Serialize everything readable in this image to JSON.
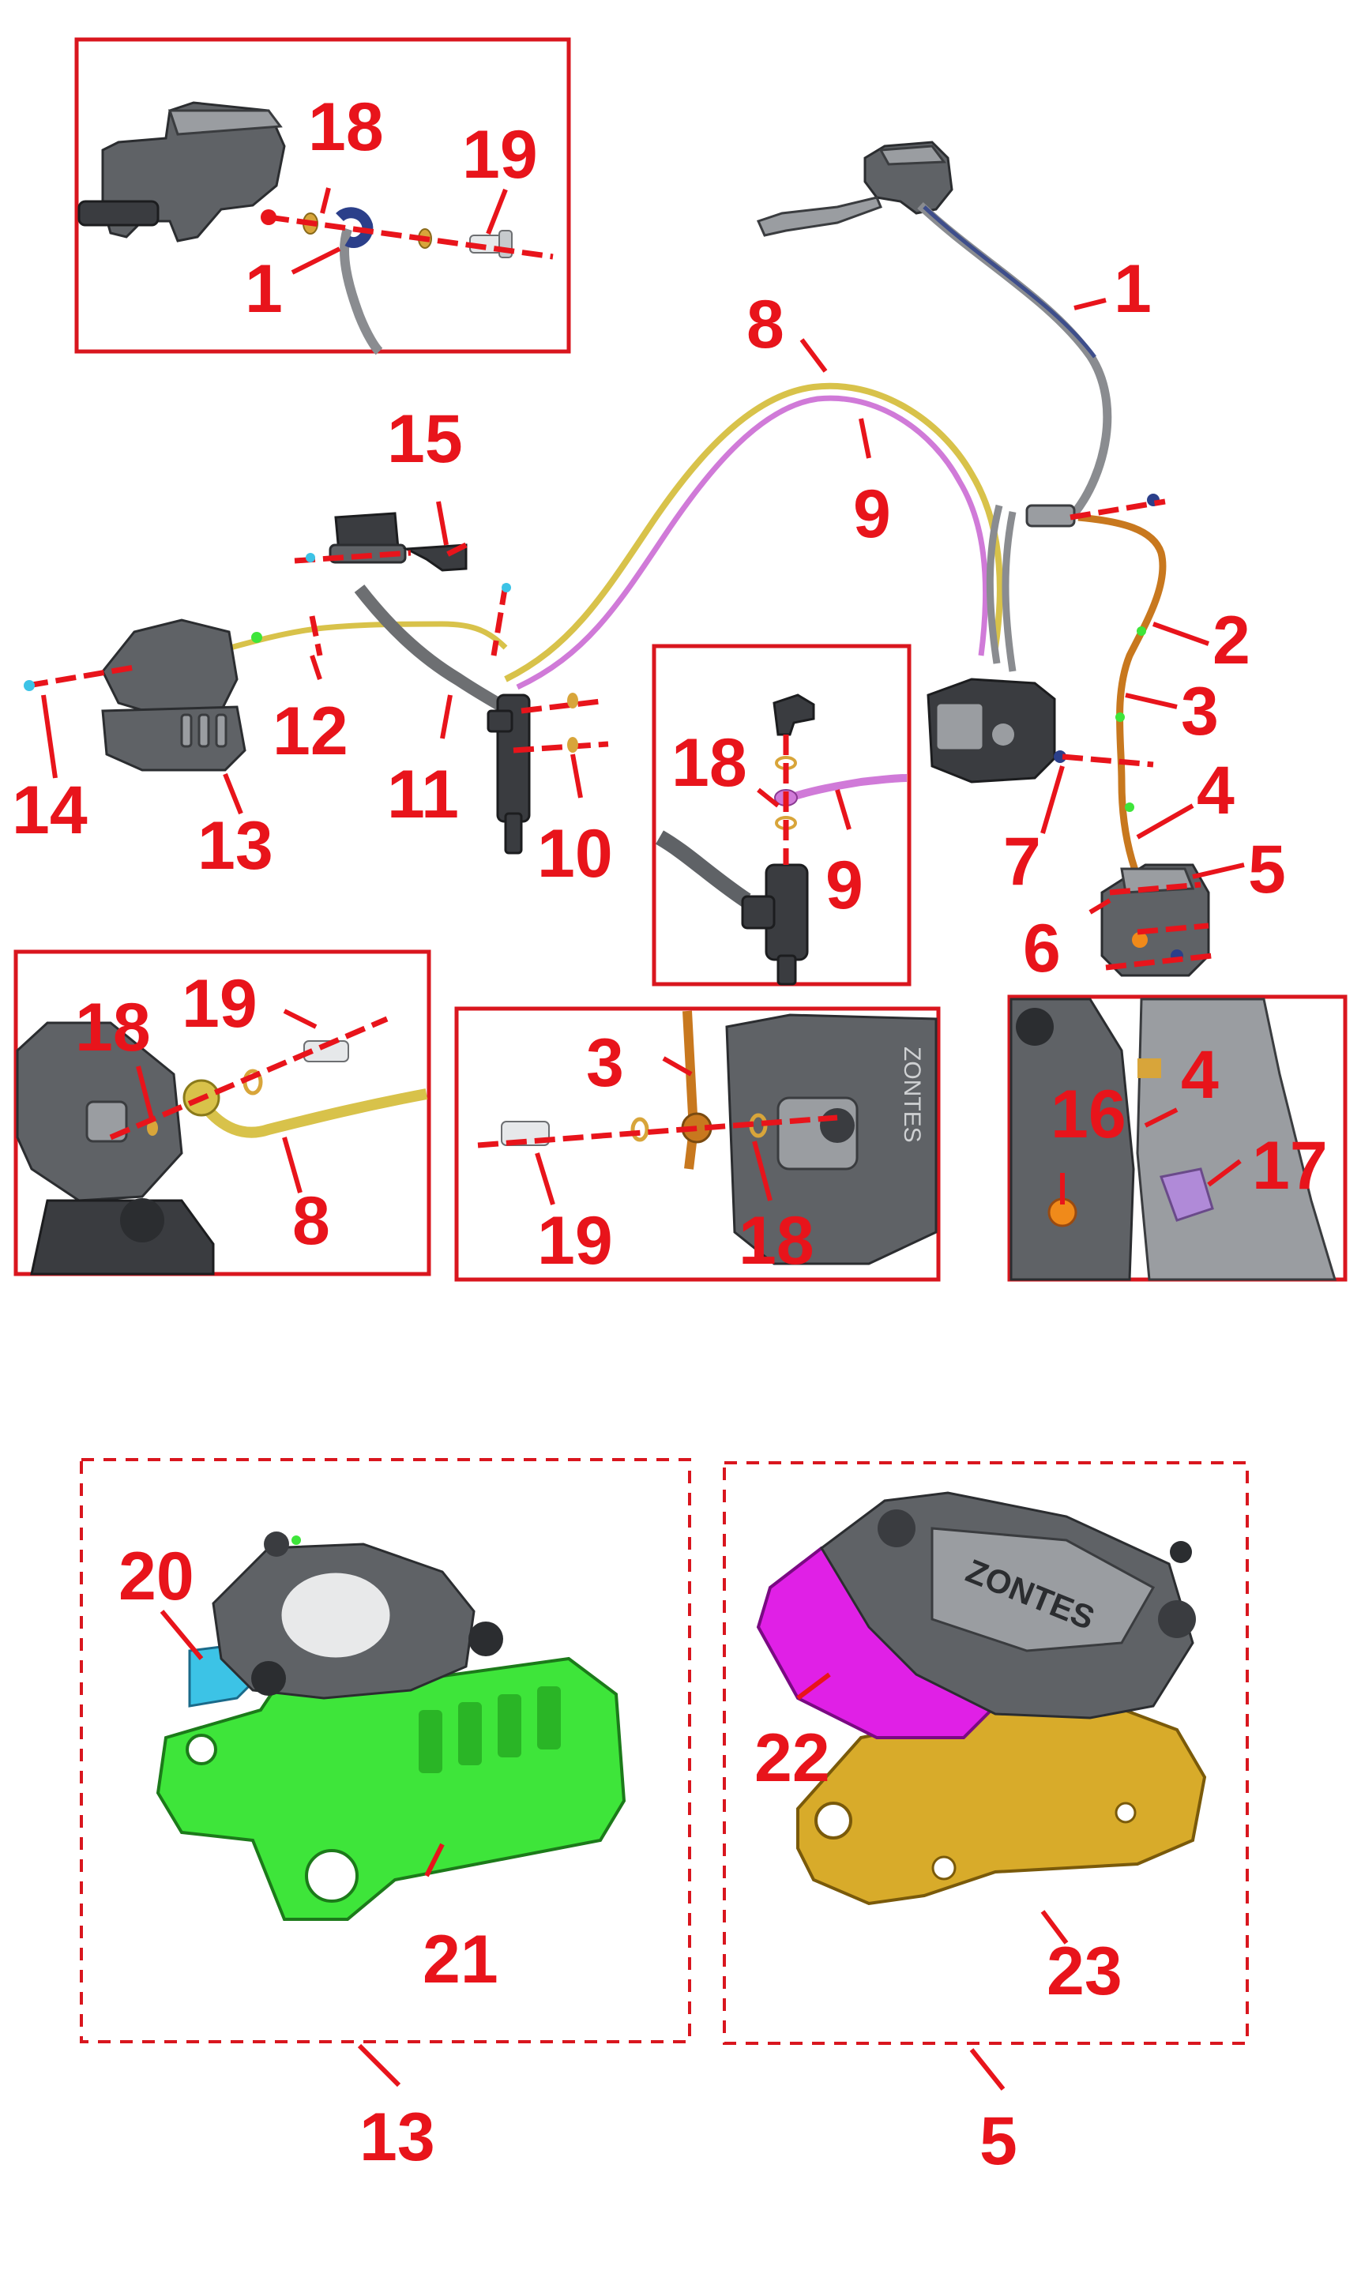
{
  "callouts": {
    "inset_top_left": [
      "18",
      "19",
      "1"
    ],
    "main": [
      "1",
      "8",
      "9",
      "15",
      "2",
      "3",
      "4",
      "5",
      "6",
      "7",
      "12",
      "11",
      "10",
      "14",
      "13"
    ],
    "inset_center": [
      "18",
      "9"
    ],
    "inset_rear_caliper": [
      "18",
      "19",
      "8"
    ],
    "inset_front_caliper": [
      "3",
      "19",
      "18"
    ],
    "inset_bracket": [
      "4",
      "16",
      "17"
    ],
    "rear_caliper_detail": [
      "20",
      "21"
    ],
    "front_caliper_detail": [
      "22",
      "23"
    ],
    "group_labels": [
      "13",
      "5"
    ]
  },
  "brand_mark": "ZONTES",
  "colors": {
    "callout_red": "#e8141b",
    "hose_grey": "#8a8c90",
    "hose_yellow": "#d8c24a",
    "hose_pink": "#d07ad8",
    "hose_orange": "#c8781e",
    "bracket_green": "#3ee53a",
    "bracket_gold": "#d8ab2a",
    "pad_magenta": "#e020e6",
    "pad_cyan": "#3cc3e6",
    "clip_orange": "#f08a1a",
    "spring_purple": "#b08ad8"
  }
}
